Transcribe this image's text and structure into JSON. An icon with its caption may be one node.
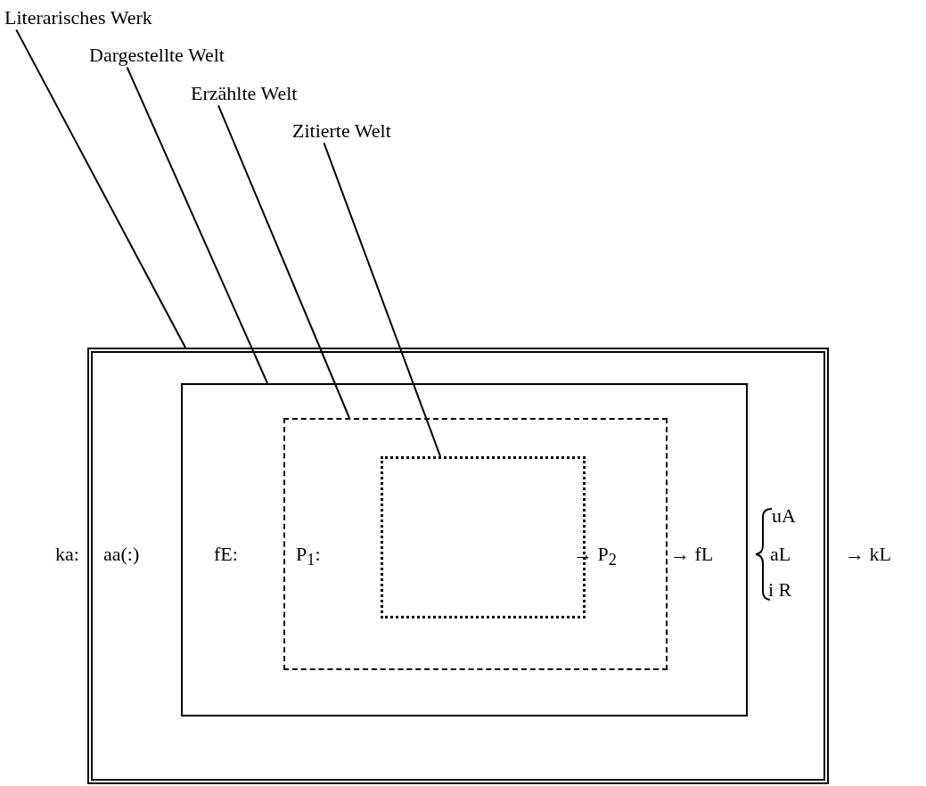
{
  "diagram": {
    "nodes": [
      {
        "text": [
          "Literarisches Werk"
        ]
      },
      {
        "text": [
          "Dargestellte Welt"
        ]
      },
      {
        "text": [
          "Erzählte Welt"
        ]
      },
      {
        "text": [
          "Zitierte Welt"
        ]
      },
      {
        "text": [],
        "shape": "box"
      },
      {
        "text": [],
        "shape": "box",
        "in": 4
      },
      {
        "text": [],
        "shape": "box",
        "in": 5
      },
      {
        "text": [],
        "shape": "box",
        "in": 6
      }
    ],
    "edges": [
      {
        "from": 0,
        "to": 4,
        "arrow": "none"
      },
      {
        "from": 1,
        "to": 5,
        "arrow": "none"
      },
      {
        "from": 2,
        "to": 6,
        "arrow": "none"
      },
      {
        "from": 3,
        "to": 7,
        "arrow": "none"
      }
    ],
    "labels": [
      "ka:",
      "aa(:)",
      "fE:",
      "P$_{1}$:",
      "→ P$_{2}$",
      "→ fL",
      "uA",
      "aL",
      "i R",
      "→ kL"
    ]
  }
}
